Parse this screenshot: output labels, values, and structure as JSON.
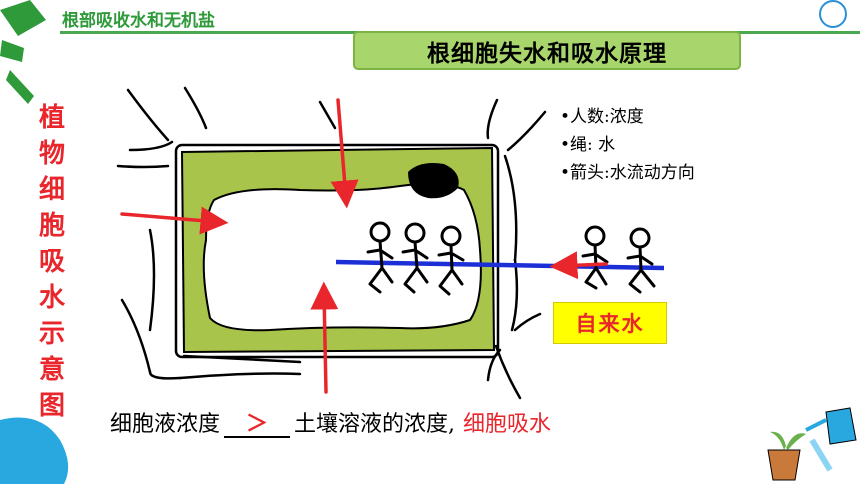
{
  "header": {
    "title": "根部吸收水和无机盐"
  },
  "diagram_title": "根细胞失水和吸水原理",
  "vertical_label": [
    "植",
    "物",
    "细",
    "胞",
    "吸",
    "水",
    "示",
    "意",
    "图"
  ],
  "legend": {
    "items": [
      "•人数:浓度",
      "•绳: 水",
      "•箭头:水流动方向"
    ]
  },
  "tap_water_label": "自来水",
  "conclusion": {
    "prefix": "细胞液浓度",
    "blank_value": "＞",
    "suffix": "土壤溶液的浓度,",
    "result": "细胞吸水"
  },
  "colors": {
    "cytoplasm": "#a9c44a",
    "arrow": "#e8262b",
    "rope": "#1c2fd6",
    "title_box": "#a9d66c",
    "tap_water_box": "#ffff00"
  }
}
